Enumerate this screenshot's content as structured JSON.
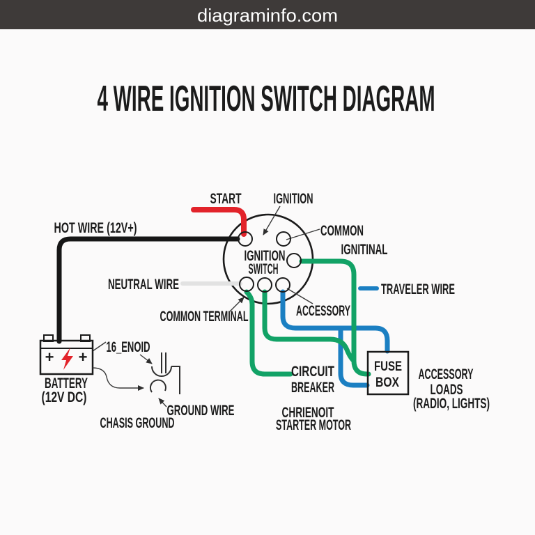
{
  "banner": {
    "site_url": "diagraminfo.com"
  },
  "title": "4 WIRE IGNITION SWITCH DIAGRAM",
  "ignition_switch": {
    "line1": "IGNITION",
    "line2": "SWITCH"
  },
  "terminal_labels": {
    "start": "START",
    "ignition": "IGNITION",
    "common": "COMMON",
    "ignitinal": "IGNITINAL",
    "common_terminal": "COMMON TERMINAL",
    "accessory": "ACCESSORY"
  },
  "wire_labels": {
    "hot_wire": "HOT WIRE (12V+)",
    "neutral_wire": "NEUTRAL WIRE",
    "traveler_wire": "TRAVELER WIRE",
    "ground_wire": "GROUND WIRE"
  },
  "components": {
    "battery_line1": "BATTERY",
    "battery_line2": "(12V DC)",
    "battery_plus_left": "+",
    "battery_plus_right": "+",
    "solenoid": "16_ENOID",
    "chasis_ground": "CHASIS GROUND",
    "circuit_breaker_line1": "CIRCUIT",
    "circuit_breaker_line2": "BREAKER",
    "starter_motor_line1": "CHRIENOIT",
    "starter_motor_line2": "STARTER MOTOR",
    "fuse_box_line1": "FUSE",
    "fuse_box_line2": "BOX",
    "accessory_loads_line1": "ACCESSORY",
    "accessory_loads_line2": "LOADS",
    "accessory_loads_line3": "(RADIO, LIGHTS)"
  },
  "colors": {
    "banner_bg": "#3e3a39",
    "red_wire": "#e2232a",
    "black_wire": "#161616",
    "green_wire": "#12a266",
    "blue_wire": "#1b7fc2",
    "neutral_wire": "#e2e2e2"
  }
}
